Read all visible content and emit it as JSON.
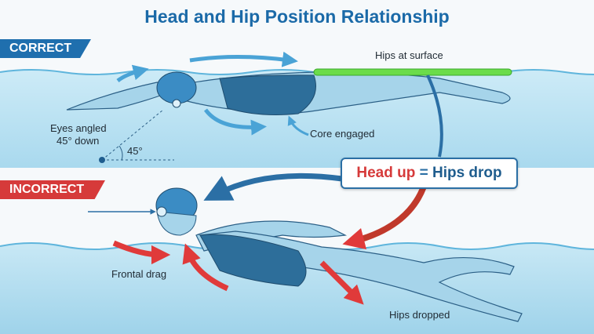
{
  "title": "Head and Hip Position Relationship",
  "correct": {
    "banner": "CORRECT",
    "labels": {
      "hips": "Hips at surface",
      "eyes_line1": "Eyes angled",
      "eyes_line2": "45° down",
      "angle": "45°",
      "core": "Core engaged"
    }
  },
  "callout": {
    "part1": "Head up",
    "equals": "=",
    "part2": "Hips drop"
  },
  "incorrect": {
    "banner": "INCORRECT",
    "labels": {
      "drag": "Frontal drag",
      "hips": "Hips dropped"
    }
  },
  "colors": {
    "title": "#1b6aa8",
    "correct": "#1f6fae",
    "incorrect": "#d63a3a",
    "water": "#bfe3f3",
    "hipline": "#6bdc4a"
  }
}
